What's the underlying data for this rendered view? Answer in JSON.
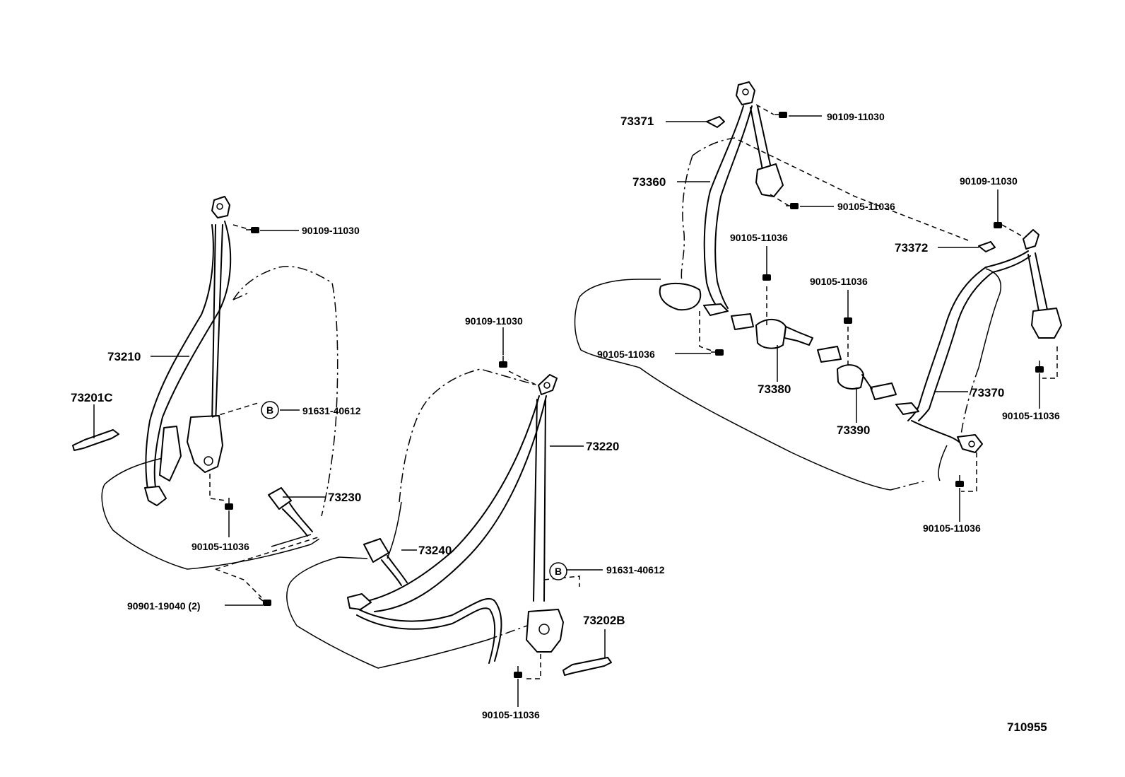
{
  "diagram_id": "710955",
  "front_left": {
    "belt": "73210",
    "tongue_part": "73201C",
    "bolt_top": "90109-11030",
    "mark_b": "B",
    "bolt_b": "91631-40612",
    "buckle": "73230",
    "bolt_bottom": "90105-11036",
    "bolt_seat": "90901-19040 (2)"
  },
  "front_right": {
    "bolt_top": "90109-11030",
    "belt": "73220",
    "buckle": "73240",
    "mark_b": "B",
    "bolt_b": "91631-40612",
    "tongue_part": "73202B",
    "bolt_bottom": "90105-11036"
  },
  "rear": {
    "cover_left": "73371",
    "bolt_top_left": "90109-11030",
    "belt_left": "73360",
    "bolt_retractor_left": "90105-11036",
    "bolt_top_right": "90109-11030",
    "cover_right": "73372",
    "bolt_center_a": "90105-11036",
    "bolt_center_b": "90105-11036",
    "bolt_anchor_left": "90105-11036",
    "buckle_a": "73380",
    "buckle_b": "73390",
    "belt_right": "73370",
    "bolt_retractor_right": "90105-11036",
    "bolt_anchor_right": "90105-11036"
  }
}
